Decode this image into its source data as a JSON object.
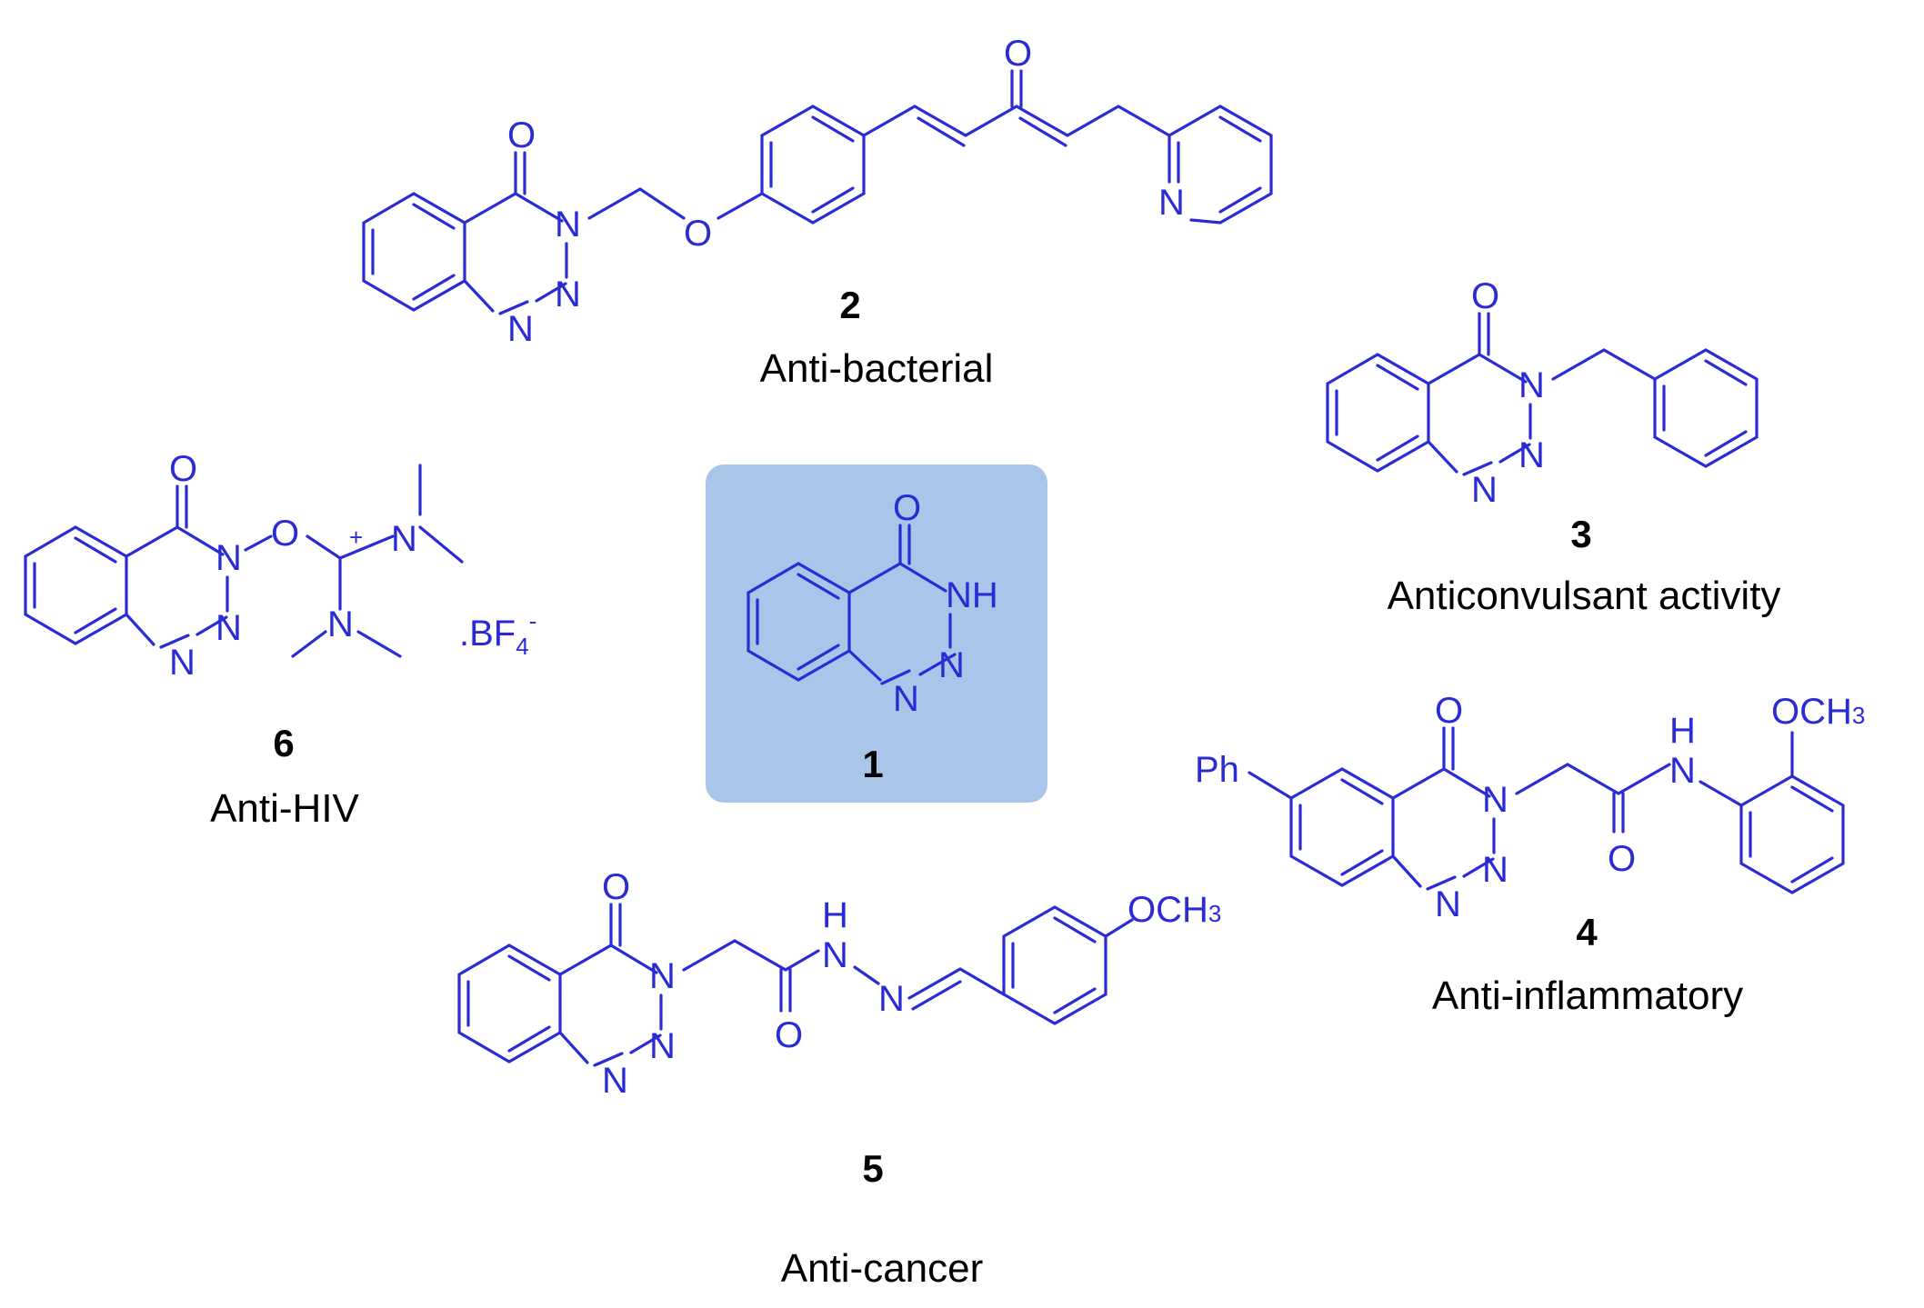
{
  "compounds": [
    {
      "id": "1",
      "activity": ""
    },
    {
      "id": "2",
      "activity": "Anti-bacterial"
    },
    {
      "id": "3",
      "activity": "Anticonvulsant activity"
    },
    {
      "id": "4",
      "activity": "Anti-inflammatory"
    },
    {
      "id": "5",
      "activity": "Anti-cancer"
    },
    {
      "id": "6",
      "activity": "Anti-HIV"
    }
  ],
  "atoms": {
    "O": "O",
    "N": "N",
    "NH": "NH",
    "H": "H",
    "Ph": "Ph",
    "OCH3": "OCH",
    "sub3": "3",
    "BF4": ".BF",
    "sub4": "4",
    "minus": "-",
    "plus": "+"
  },
  "colors": {
    "structure": "#2b2bd6",
    "highlight_box": "#a9c6ea"
  }
}
